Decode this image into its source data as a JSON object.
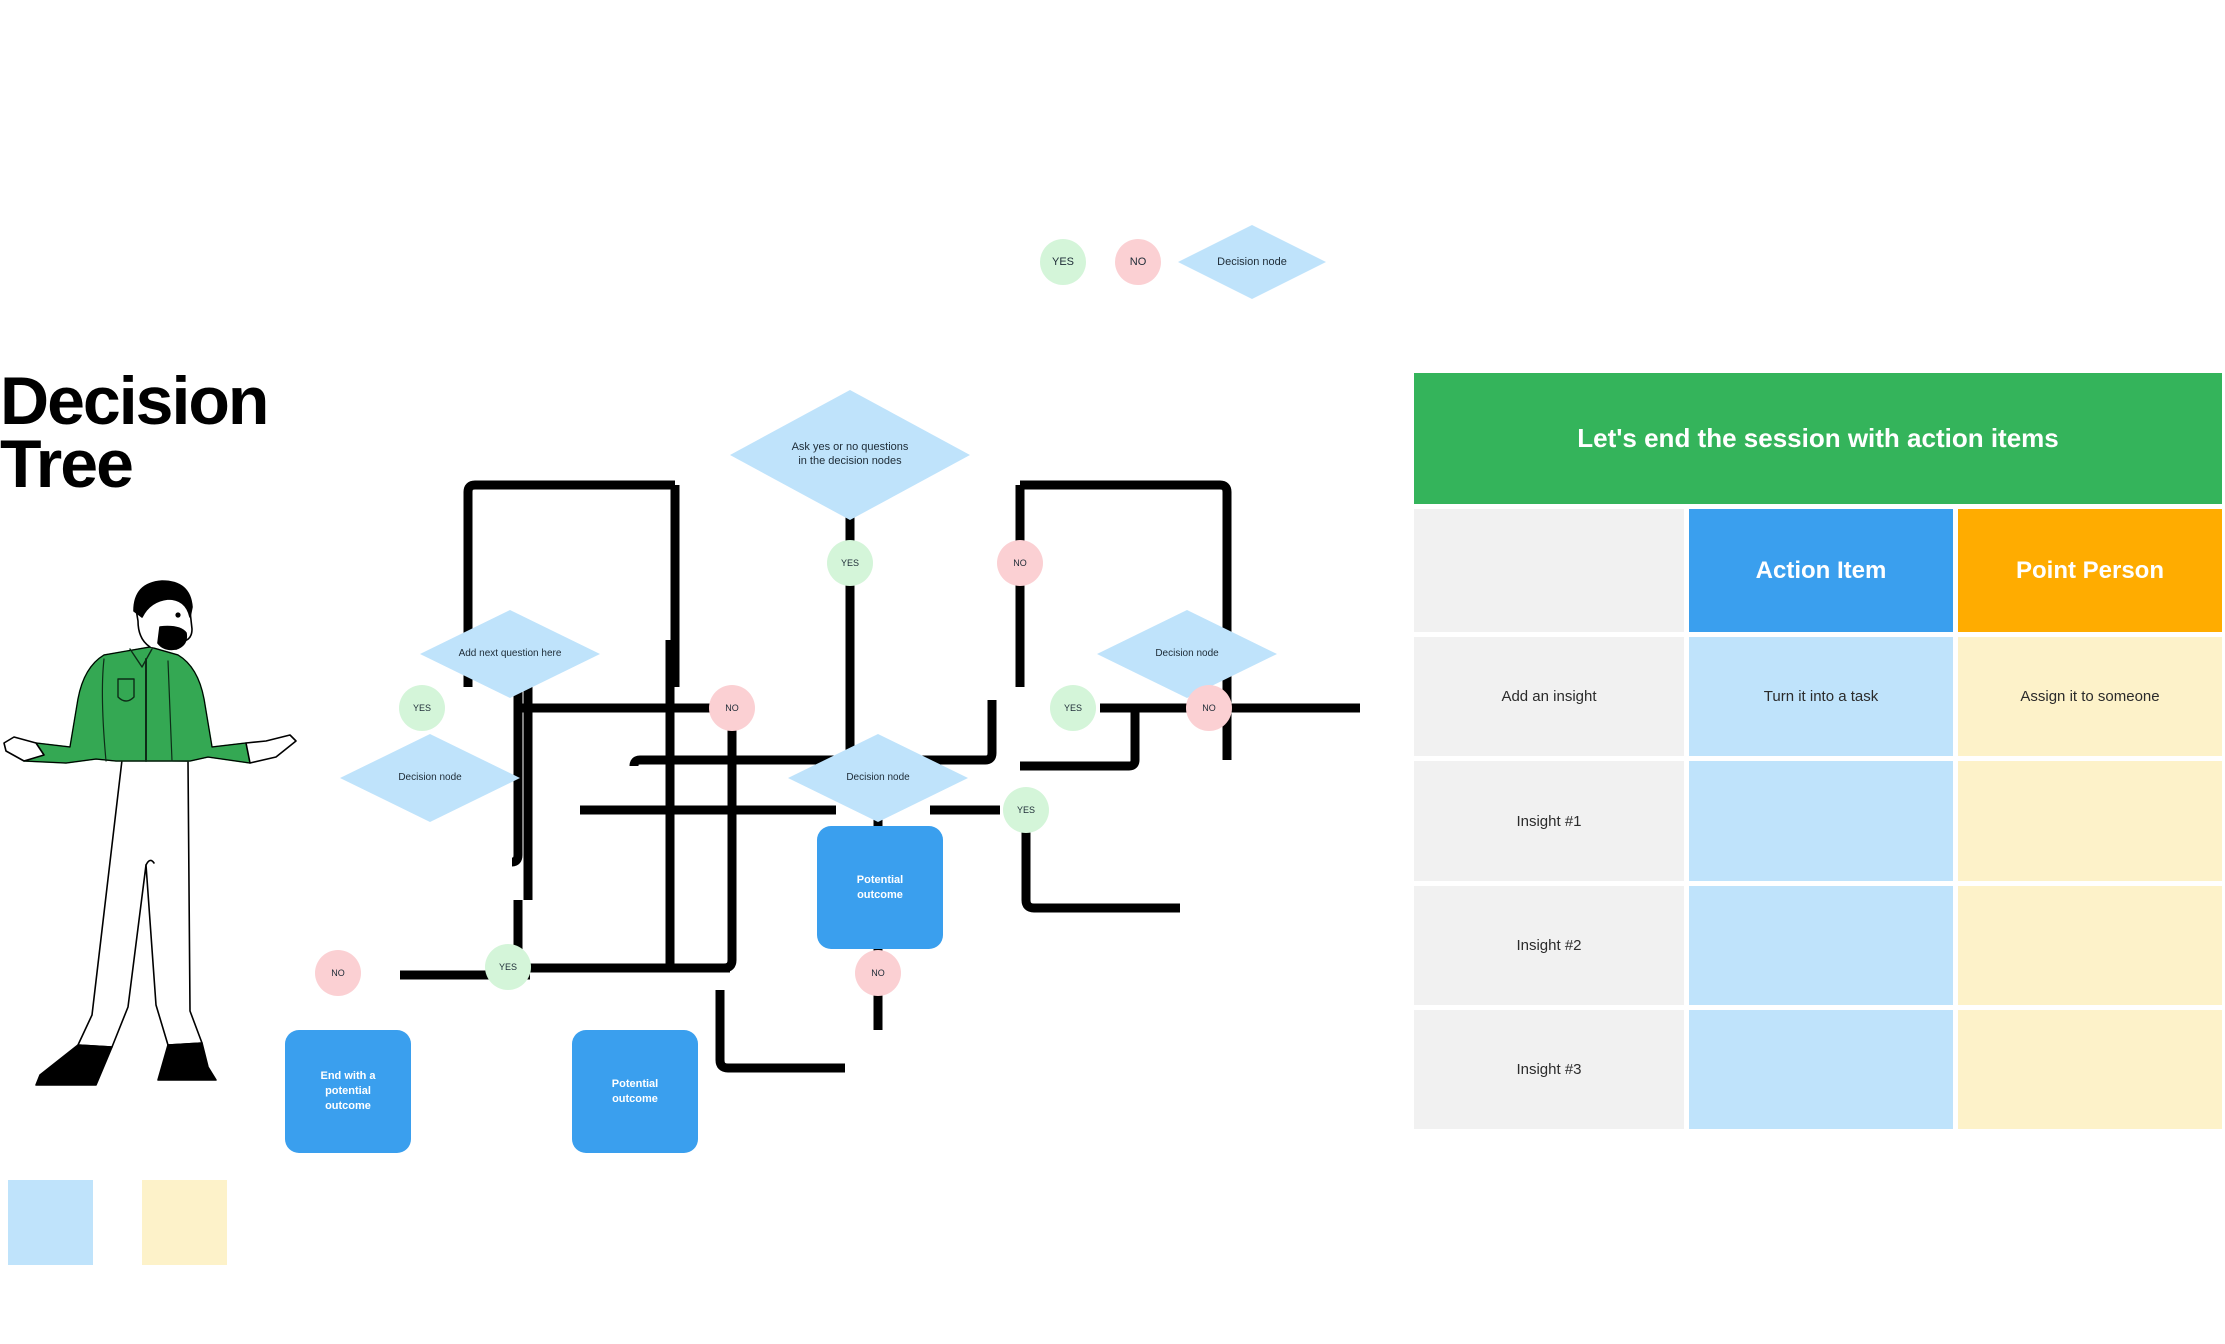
{
  "page": {
    "title_line1": "Decision",
    "title_line2": "Tree",
    "background": "#ffffff"
  },
  "colors": {
    "node_blue": "#bfe3fb",
    "yes_green": "#d4f5d9",
    "no_pink": "#fbd0d3",
    "outcome_blue": "#3a9fee",
    "table_green": "#34b45b",
    "table_orange": "#ffac00",
    "swatch_blue": "#bfe3fb",
    "swatch_yellow": "#fdf2c9",
    "connector_black": "#000000",
    "shirt_green": "#34a853"
  },
  "swatches": [
    {
      "name": "blue-swatch",
      "color": "#bfe3fb"
    },
    {
      "name": "yellow-swatch",
      "color": "#fdf2c9"
    }
  ],
  "illustration": {
    "name": "shrugging-person-illustration",
    "description": "Man with beard shrugging, green shirt, white trousers, black shoes"
  },
  "legend": {
    "yes": "YES",
    "no": "NO",
    "node": "Decision node"
  },
  "flowchart": {
    "diamonds": [
      {
        "id": "root",
        "label": "Ask yes or no questions\nin the decision nodes"
      },
      {
        "id": "left-2",
        "label": "Add next question here"
      },
      {
        "id": "right-2",
        "label": "Decision node"
      },
      {
        "id": "left-3",
        "label": "Decision node"
      },
      {
        "id": "mid-3",
        "label": "Decision node"
      }
    ],
    "connectors": [
      {
        "id": "root-yes",
        "label": "YES"
      },
      {
        "id": "root-no",
        "label": "NO"
      },
      {
        "id": "l2-yes",
        "label": "YES"
      },
      {
        "id": "l2-no",
        "label": "NO"
      },
      {
        "id": "r2-yes",
        "label": "YES"
      },
      {
        "id": "r2-no",
        "label": "NO"
      },
      {
        "id": "l3-no",
        "label": "NO"
      },
      {
        "id": "l3-yes",
        "label": "YES"
      },
      {
        "id": "m3-no",
        "label": "NO"
      },
      {
        "id": "m3-yes",
        "label": "YES"
      }
    ],
    "outcomes": [
      {
        "id": "end-left",
        "label": "End with a\npotential\noutcome"
      },
      {
        "id": "outcome-mid",
        "label": "Potential\noutcome"
      },
      {
        "id": "outcome-right",
        "label": "Potential\noutcome"
      }
    ]
  },
  "table": {
    "title": "Let's end the session with action items",
    "columns": [
      "",
      "Action Item",
      "Point Person"
    ],
    "rows": [
      [
        "Add an insight",
        "Turn it into a task",
        "Assign it to someone"
      ],
      [
        "Insight #1",
        "",
        ""
      ],
      [
        "Insight #2",
        "",
        ""
      ],
      [
        "Insight #3",
        "",
        ""
      ]
    ]
  }
}
